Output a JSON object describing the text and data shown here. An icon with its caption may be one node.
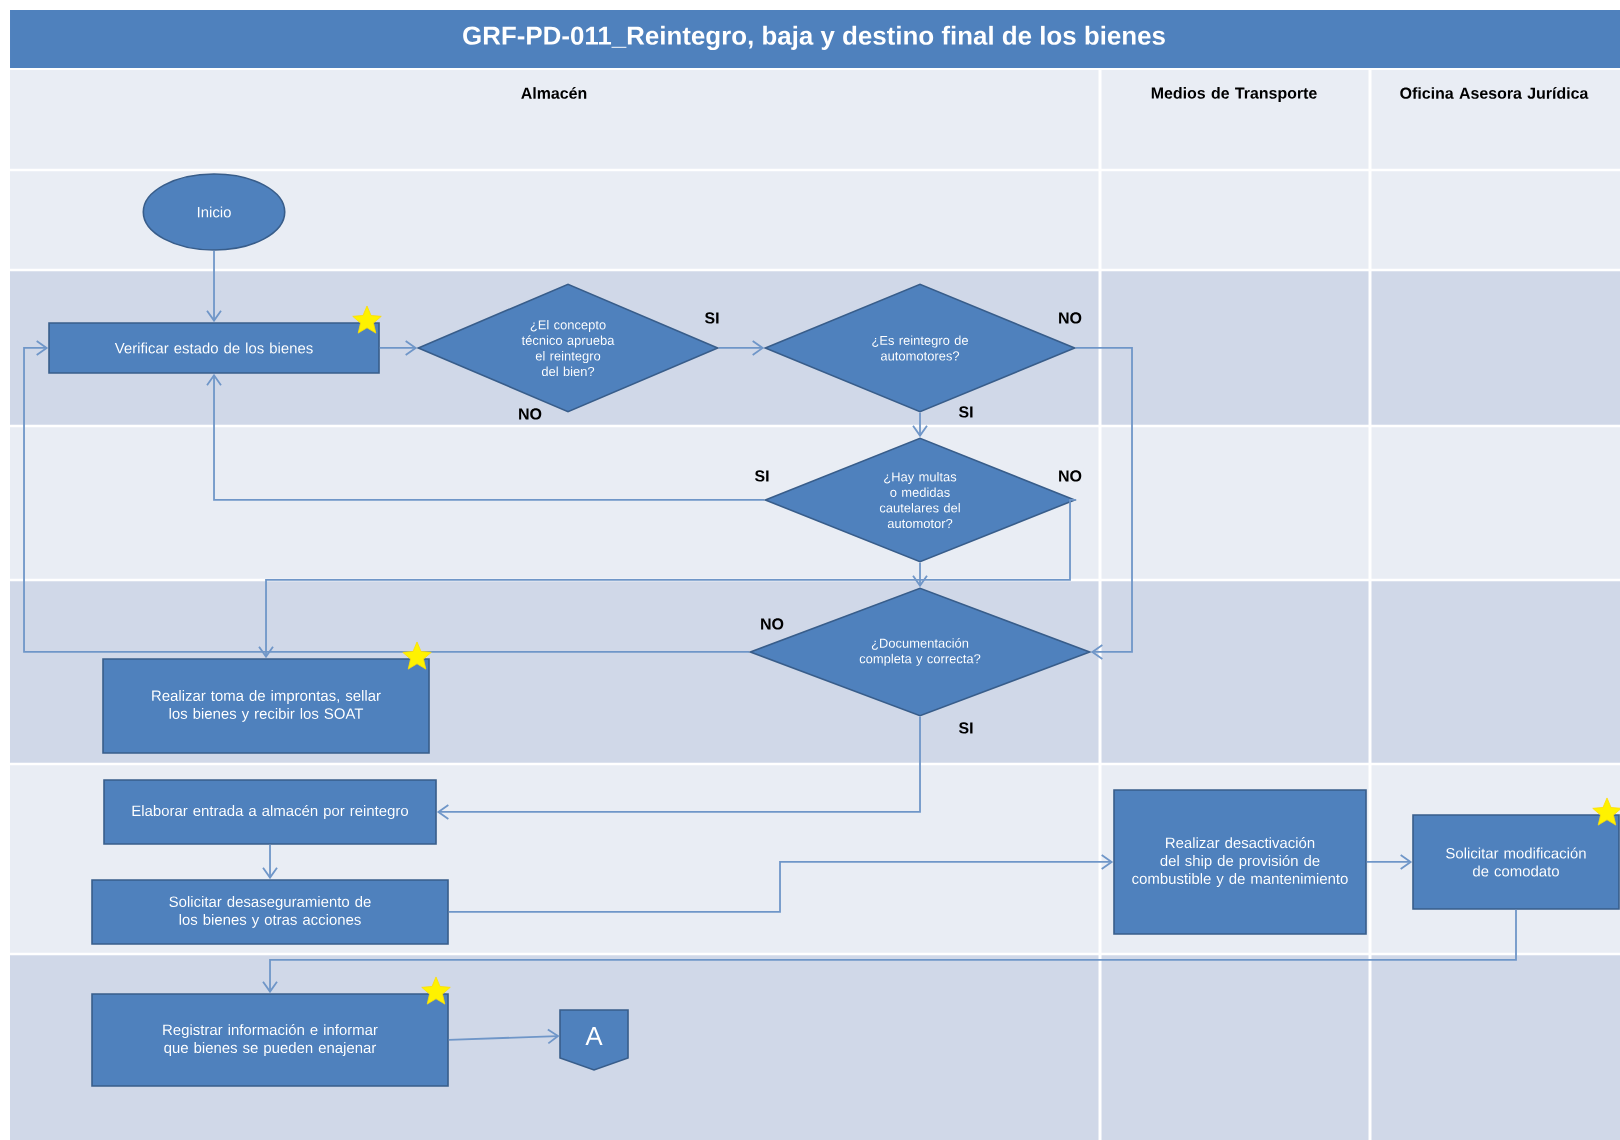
{
  "diagram": {
    "title": "GRF-PD-011_Reintegro, baja y destino final de los bienes",
    "nodes": [
      {
        "text": [
          "Inicio"
        ]
      },
      {
        "text": [
          "Verificar estado de los bienes"
        ]
      },
      {
        "text": [
          "¿El concepto técnico aprueba el reintegro del bien?"
        ]
      },
      {
        "text": [
          "¿Es reintegro de automotores?"
        ]
      },
      {
        "text": [
          "¿Hay multas o medidas cautelares del automotor?"
        ]
      },
      {
        "text": [
          "¿Documentación completa y correcta?"
        ]
      },
      {
        "text": [
          "Realizar toma de improntas, sellar los bienes y recibir los SOAT"
        ]
      },
      {
        "text": [
          "Elaborar entrada a almacén por reintegro"
        ]
      },
      {
        "text": [
          "Solicitar desaseguramiento de los bienes y otras acciones"
        ]
      },
      {
        "text": [
          "Registrar información e informar que  bienes se pueden enajenar"
        ]
      },
      {
        "text": [
          "A"
        ]
      },
      {
        "text": [
          "Realizar desactivación del ship de provisión de combustible y de mantenimiento"
        ]
      },
      {
        "text": [
          "Solicitar modificación de comodato"
        ]
      }
    ],
    "edges": [
      {
        "from": 0,
        "to": 1,
        "arrow": "to"
      },
      {
        "from": 1,
        "to": 2,
        "arrow": "to"
      },
      {
        "from": 2,
        "to": 3,
        "arrow": "to",
        "label": "SI"
      },
      {
        "from": 3,
        "to": 4,
        "arrow": "to",
        "label": "SI"
      },
      {
        "from": 3,
        "to": 5,
        "arrow": "to",
        "label": "NO"
      },
      {
        "from": 4,
        "to": 1,
        "arrow": "to",
        "label": "SI"
      },
      {
        "from": 4,
        "to": 5,
        "arrow": "to",
        "label": "NO"
      },
      {
        "from": 4,
        "to": 6,
        "arrow": "to"
      },
      {
        "from": 5,
        "to": 1,
        "arrow": "to",
        "label": "NO"
      },
      {
        "from": 5,
        "to": 7,
        "arrow": "to",
        "label": "SI"
      },
      {
        "from": 7,
        "to": 8,
        "arrow": "to"
      },
      {
        "from": 8,
        "to": 11,
        "arrow": "to"
      },
      {
        "from": 11,
        "to": 12,
        "arrow": "to"
      },
      {
        "from": 12,
        "to": 9,
        "arrow": "to"
      },
      {
        "from": 9,
        "to": 10,
        "arrow": "to"
      }
    ],
    "labels": [
      "Almacén",
      "Medios de Transporte",
      "Oficina Asesora Jurídica",
      "NO"
    ]
  }
}
